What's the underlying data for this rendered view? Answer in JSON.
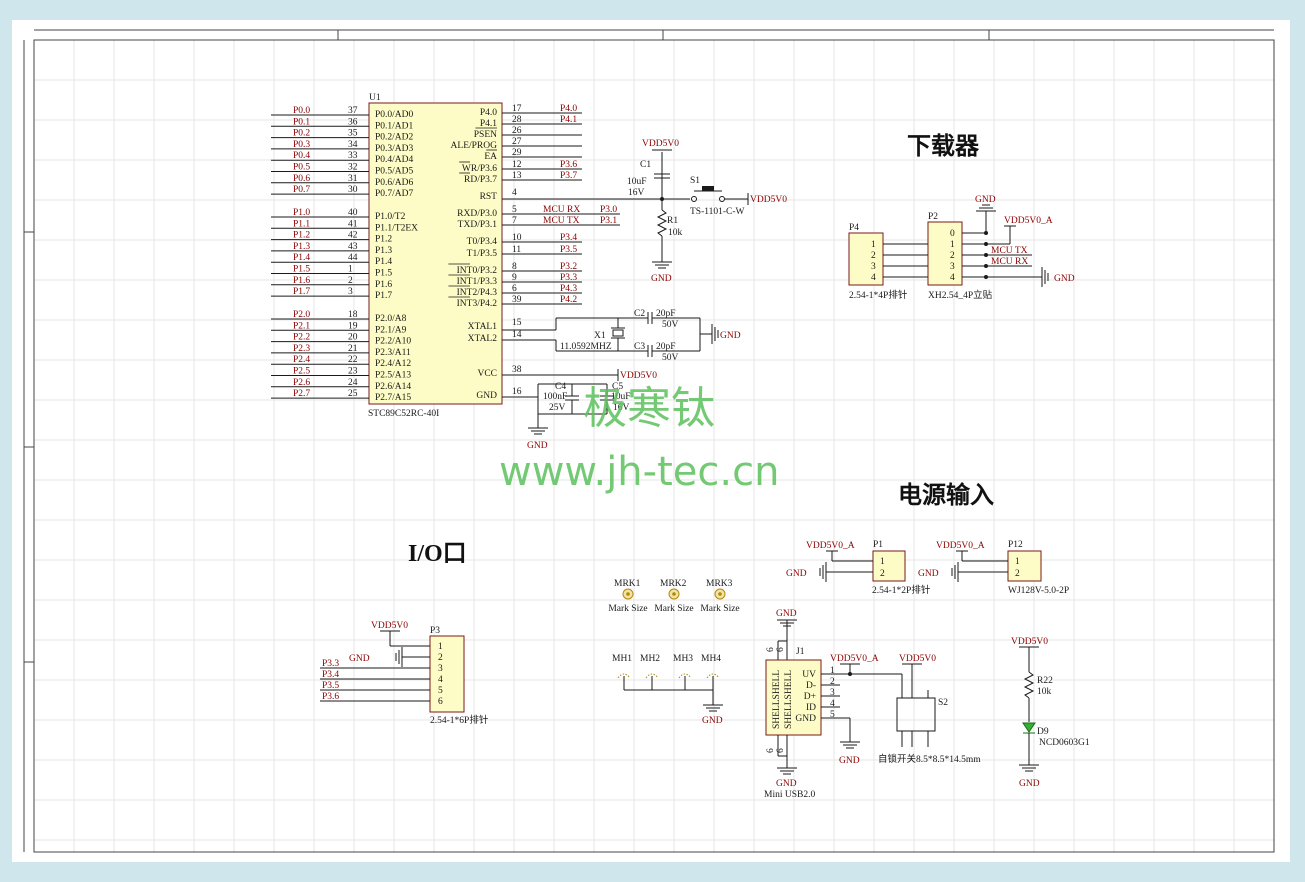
{
  "mcu": {
    "designator": "U1",
    "part": "STC89C52RC-40I",
    "left_pins": [
      {
        "net": "P0.0",
        "num": "37",
        "name": "P0.0/AD0"
      },
      {
        "net": "P0.1",
        "num": "36",
        "name": "P0.1/AD1"
      },
      {
        "net": "P0.2",
        "num": "35",
        "name": "P0.2/AD2"
      },
      {
        "net": "P0.3",
        "num": "34",
        "name": "P0.3/AD3"
      },
      {
        "net": "P0.4",
        "num": "33",
        "name": "P0.4/AD4"
      },
      {
        "net": "P0.5",
        "num": "32",
        "name": "P0.5/AD5"
      },
      {
        "net": "P0.6",
        "num": "31",
        "name": "P0.6/AD6"
      },
      {
        "net": "P0.7",
        "num": "30",
        "name": "P0.7/AD7"
      },
      {
        "net": "P1.0",
        "num": "40",
        "name": "P1.0/T2"
      },
      {
        "net": "P1.1",
        "num": "41",
        "name": "P1.1/T2EX"
      },
      {
        "net": "P1.2",
        "num": "42",
        "name": "P1.2"
      },
      {
        "net": "P1.3",
        "num": "43",
        "name": "P1.3"
      },
      {
        "net": "P1.4",
        "num": "44",
        "name": "P1.4"
      },
      {
        "net": "P1.5",
        "num": "1",
        "name": "P1.5"
      },
      {
        "net": "P1.6",
        "num": "2",
        "name": "P1.6"
      },
      {
        "net": "P1.7",
        "num": "3",
        "name": "P1.7"
      },
      {
        "net": "P2.0",
        "num": "18",
        "name": "P2.0/A8"
      },
      {
        "net": "P2.1",
        "num": "19",
        "name": "P2.1/A9"
      },
      {
        "net": "P2.2",
        "num": "20",
        "name": "P2.2/A10"
      },
      {
        "net": "P2.3",
        "num": "21",
        "name": "P2.3/A11"
      },
      {
        "net": "P2.4",
        "num": "22",
        "name": "P2.4/A12"
      },
      {
        "net": "P2.5",
        "num": "23",
        "name": "P2.5/A13"
      },
      {
        "net": "P2.6",
        "num": "24",
        "name": "P2.6/A14"
      },
      {
        "net": "P2.7",
        "num": "25",
        "name": "P2.7/A15"
      }
    ],
    "right_pins": [
      {
        "net": "P4.0",
        "num": "17",
        "name": "P4.0"
      },
      {
        "net": "P4.1",
        "num": "28",
        "name": "P4.1"
      },
      {
        "net": "",
        "num": "26",
        "name": "PSEN"
      },
      {
        "net": "",
        "num": "27",
        "name": "ALE/PROG"
      },
      {
        "net": "",
        "num": "29",
        "name": "EA"
      },
      {
        "net": "P3.6",
        "num": "12",
        "name": "WR/P3.6"
      },
      {
        "net": "P3.7",
        "num": "13",
        "name": "RD/P3.7"
      },
      {
        "net": "",
        "num": "4",
        "name": "RST"
      },
      {
        "net": "MCU RX",
        "net2": "P3.0",
        "num": "5",
        "name": "RXD/P3.0"
      },
      {
        "net": "MCU TX",
        "net2": "P3.1",
        "num": "7",
        "name": "TXD/P3.1"
      },
      {
        "net": "P3.4",
        "num": "10",
        "name": "T0/P3.4"
      },
      {
        "net": "P3.5",
        "num": "11",
        "name": "T1/P3.5"
      },
      {
        "net": "P3.2",
        "num": "8",
        "name": "INT0/P3.2"
      },
      {
        "net": "P3.3",
        "num": "9",
        "name": "INT1/P3.3"
      },
      {
        "net": "P4.3",
        "num": "6",
        "name": "INT2/P4.3"
      },
      {
        "net": "P4.2",
        "num": "39",
        "name": "INT3/P4.2"
      },
      {
        "net": "",
        "num": "15",
        "name": "XTAL1"
      },
      {
        "net": "",
        "num": "14",
        "name": "XTAL2"
      },
      {
        "net": "",
        "num": "38",
        "name": "VCC"
      },
      {
        "net": "",
        "num": "16",
        "name": "GND"
      }
    ]
  },
  "reset": {
    "c1_des": "C1",
    "c1_val": "10uF",
    "c1_volt": "16V",
    "s1_des": "S1",
    "s1_part": "TS-1101-C-W",
    "r1_des": "R1",
    "r1_val": "10k",
    "vdd": "VDD5V0",
    "gnd": "GND"
  },
  "crystal": {
    "c2_des": "C2",
    "c2_val": "20pF",
    "c2_volt": "50V",
    "c3_des": "C3",
    "c3_val": "20pF",
    "c3_volt": "50V",
    "x1_des": "X1",
    "x1_val": "11.0592MHZ",
    "gnd": "GND"
  },
  "decoupling": {
    "vdd": "VDD5V0",
    "c4_des": "C4",
    "c4_val": "100nF",
    "c4_volt": "25V",
    "c5_des": "C5",
    "c5_val": "10uF",
    "c5_volt": "16V",
    "gnd": "GND"
  },
  "downloader": {
    "title": "下载器",
    "p4_des": "P4",
    "p4_part": "2.54-1*4P排针",
    "p2_des": "P2",
    "p2_part": "XH2.54_4P立贴",
    "p4_pins": [
      "1",
      "2",
      "3",
      "4"
    ],
    "p2_pins": [
      "0",
      "1",
      "2",
      "3",
      "4"
    ],
    "gnd": "GND",
    "vdd": "VDD5V0_A",
    "mcu_tx": "MCU TX",
    "mcu_rx": "MCU RX"
  },
  "power": {
    "title": "电源输入",
    "p1_des": "P1",
    "p1_part": "2.54-1*2P排针",
    "p1_vdd": "VDD5V0_A",
    "p1_gnd": "GND",
    "p12_des": "P12",
    "p12_part": "WJ128V-5.0-2P",
    "p12_vdd": "VDD5V0_A",
    "p12_gnd": "GND",
    "pins": [
      "1",
      "2"
    ]
  },
  "io": {
    "title": "I/O口",
    "p3_des": "P3",
    "p3_part": "2.54-1*6P排针",
    "vdd": "VDD5V0",
    "gnd": "GND",
    "nets": [
      "P3.3",
      "P3.4",
      "P3.5",
      "P3.6"
    ],
    "pins": [
      "1",
      "2",
      "3",
      "4",
      "5",
      "6"
    ]
  },
  "marks": {
    "mrk": [
      "MRK1",
      "MRK2",
      "MRK3"
    ],
    "mark_label": "Mark Size",
    "mh": [
      "MH1",
      "MH2",
      "MH3",
      "MH4"
    ],
    "gnd": "GND"
  },
  "usb": {
    "j1_des": "J1",
    "j1_part": "Mini USB2.0",
    "pins": [
      "UV",
      "D-",
      "D+",
      "ID",
      "GND"
    ],
    "pin_nums": [
      "1",
      "2",
      "3",
      "4",
      "5"
    ],
    "shell": "SHELLSHELL",
    "shell_num": "6",
    "vdd_a": "VDD5V0_A",
    "vdd": "VDD5V0",
    "gnd": "GND",
    "s2_des": "S2",
    "s2_part": "自锁开关8.5*8.5*14.5mm"
  },
  "led": {
    "vdd": "VDD5V0",
    "r_des": "R22",
    "r_val": "10k",
    "d_des": "D9",
    "d_part": "NCD0603G1",
    "gnd": "GND"
  },
  "watermark": {
    "cn": "极寒钛",
    "url": "www.jh-tec.cn"
  }
}
